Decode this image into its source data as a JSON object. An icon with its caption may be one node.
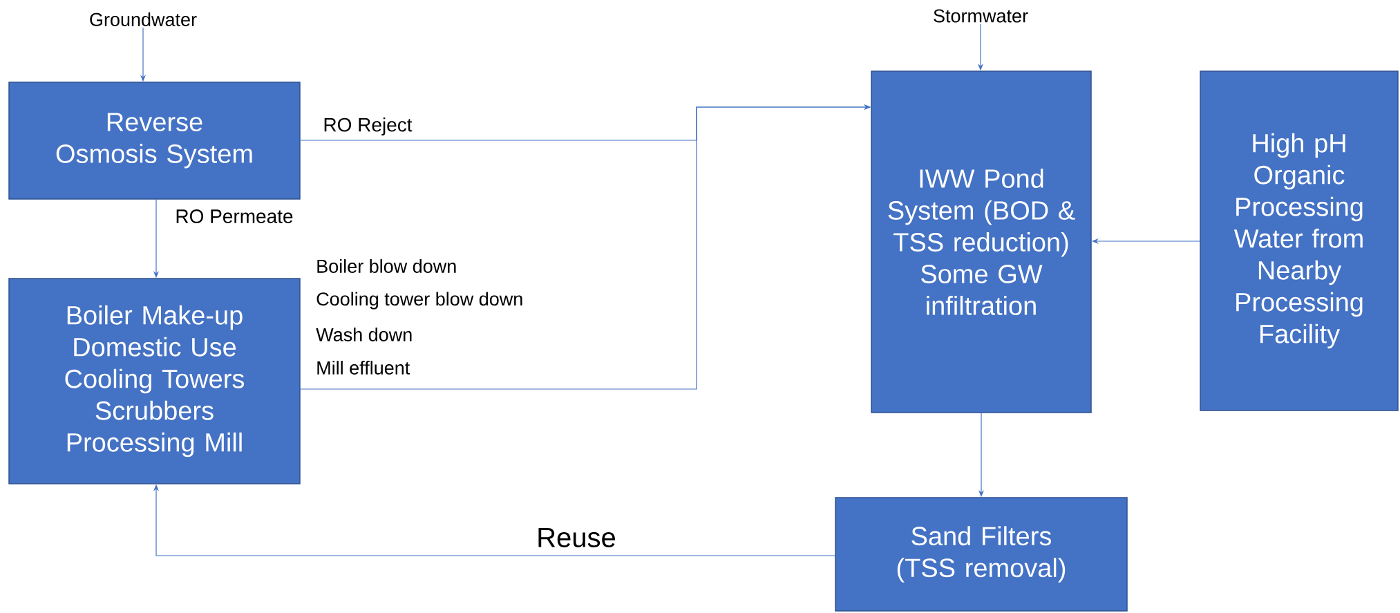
{
  "diagram": {
    "nodes": [
      {
        "text": [
          "Groundwater"
        ]
      },
      {
        "text": [
          "Reverse Osmosis System"
        ]
      },
      {
        "text": [
          "Boiler Make-up",
          "Domestic Use",
          "Cooling Towers",
          "Scrubbers",
          "Processing Mill"
        ]
      },
      {
        "text": [
          "Stormwater"
        ]
      },
      {
        "text": [
          "IWW Pond System (BOD & TSS reduction)",
          "Some GW infiltration"
        ]
      },
      {
        "text": [
          "High pH Organic Processing Water from Nearby Processing Facility"
        ]
      },
      {
        "text": [
          "Sand Filters (TSS removal)"
        ]
      }
    ],
    "edges": [
      {
        "from": 0,
        "to": 1,
        "arrow": "to"
      },
      {
        "from": 1,
        "to": 4,
        "label": "RO Reject",
        "arrow": "to"
      },
      {
        "from": 1,
        "to": 2,
        "label": "RO Permeate",
        "arrow": "to"
      },
      {
        "from": 2,
        "to": 4,
        "arrow": "to"
      },
      {
        "from": 3,
        "to": 4,
        "arrow": "to"
      },
      {
        "from": 5,
        "to": 4,
        "arrow": "to"
      },
      {
        "from": 4,
        "to": 6,
        "arrow": "to"
      },
      {
        "from": 6,
        "to": 2,
        "label": "Reuse",
        "arrow": "to"
      }
    ],
    "labels": [
      "Boiler blow down",
      "Cooling tower blow down",
      "Wash down",
      "Mill effluent"
    ]
  }
}
